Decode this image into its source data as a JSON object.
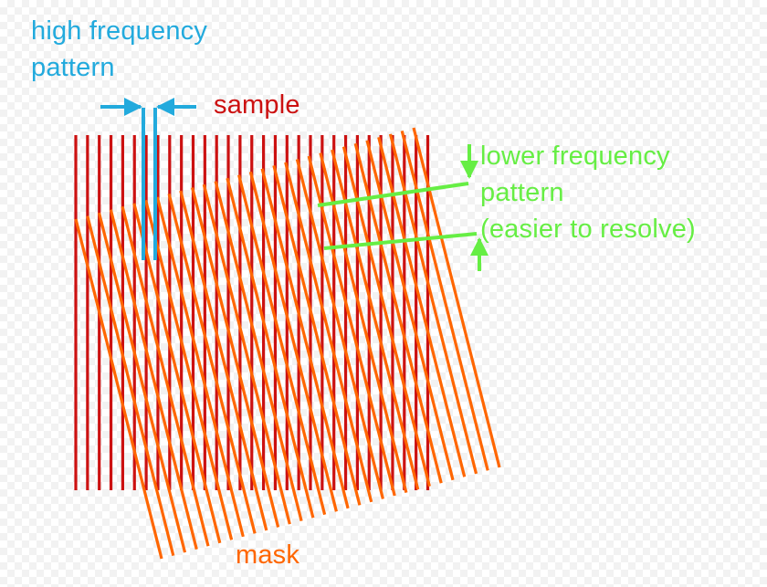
{
  "labels": {
    "high_freq_line1": "high frequency",
    "high_freq_line2": "pattern",
    "sample": "sample",
    "lower_freq_line1": "lower frequency",
    "lower_freq_line2": "pattern",
    "lower_freq_line3": "(easier to resolve)",
    "mask": "mask"
  },
  "colors": {
    "sample_lines": "#cc1111",
    "mask_lines": "#ff6600",
    "high_freq_annotation": "#22aadd",
    "low_freq_annotation": "#66ee44",
    "sample_text": "#cc1111",
    "mask_text": "#ff6600"
  }
}
